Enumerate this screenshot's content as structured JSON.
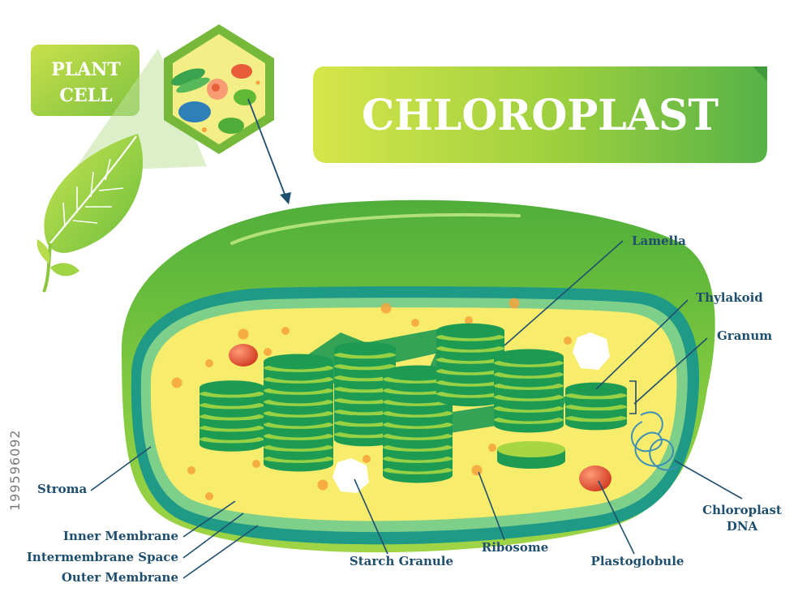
{
  "title": "CHLOROPLAST",
  "badge": {
    "line1": "PLANT",
    "line2": "CELL"
  },
  "labels": {
    "lamella": "Lamella",
    "thylakoid": "Thylakoid",
    "granum": "Granum",
    "stroma": "Stroma",
    "chloroplast_dna_line1": "Chloroplast",
    "chloroplast_dna_line2": "DNA",
    "inner_membrane": "Inner Membrane",
    "intermembrane_space": "Intermembrane Space",
    "outer_membrane": "Outer Membrane",
    "starch_granule": "Starch Granule",
    "ribosome": "Ribosome",
    "plastoglobule": "Plastoglobule"
  },
  "stock_id": "199596092",
  "colors": {
    "outer_green": "#5fb935",
    "teal_membrane": "#1f9a86",
    "stroma_yellow": "#f7ec6c",
    "grana_dark": "#1e9b53",
    "grana_light": "#a6d743",
    "label_blue": "#1f4f6e",
    "orange_ribosome": "#f6a23c",
    "red_plastoglobule": "#dd4a2a"
  }
}
